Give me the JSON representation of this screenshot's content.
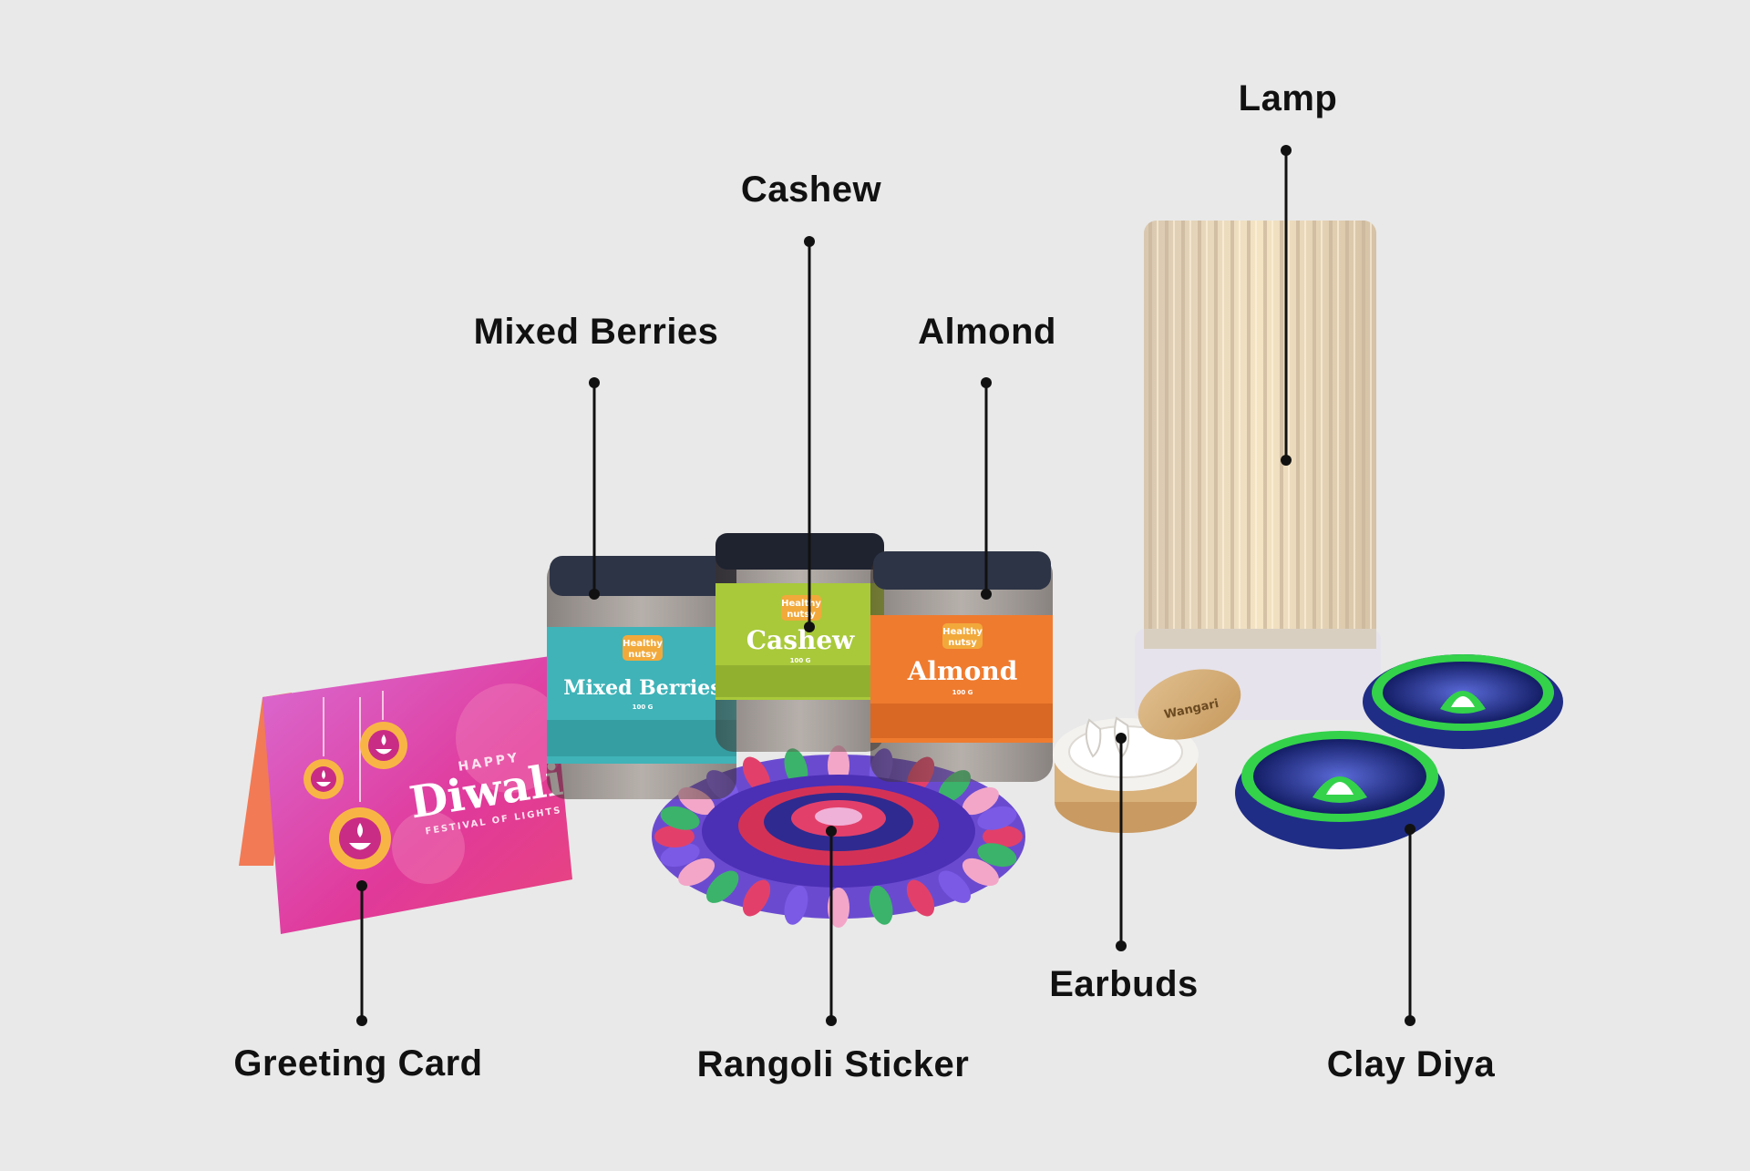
{
  "colors": {
    "background": "#e9e9e9",
    "label": "#111111",
    "jar_mixed_berries": "#3fb3b8",
    "jar_cashew": "#a9c93a",
    "jar_almond": "#ef7b2f",
    "card_pink": "#e0399a",
    "diya_blue": "#1f2d86",
    "diya_green": "#33d24a"
  },
  "callouts": {
    "lamp": "Lamp",
    "cashew": "Cashew",
    "mixed_berries": "Mixed Berries",
    "almond": "Almond",
    "earbuds": "Earbuds",
    "greeting_card": "Greeting Card",
    "rangoli_sticker": "Rangoli Sticker",
    "clay_diya": "Clay Diya"
  },
  "jars": {
    "brand_line1": "Healthy",
    "brand_line2": "nutsy",
    "mixed_berries": {
      "name": "Mixed Berries",
      "weight": "100 G"
    },
    "cashew": {
      "name": "Cashew",
      "weight": "100 G"
    },
    "almond": {
      "name": "Almond",
      "weight": "100 G"
    }
  },
  "card": {
    "happy": "HAPPY",
    "title": "Diwali",
    "subtitle": "FESTIVAL OF LIGHTS"
  },
  "earbuds_case": {
    "brand": "Wangari"
  },
  "icons": [
    "diya-icon",
    "lotus-icon",
    "mandala-icon"
  ]
}
